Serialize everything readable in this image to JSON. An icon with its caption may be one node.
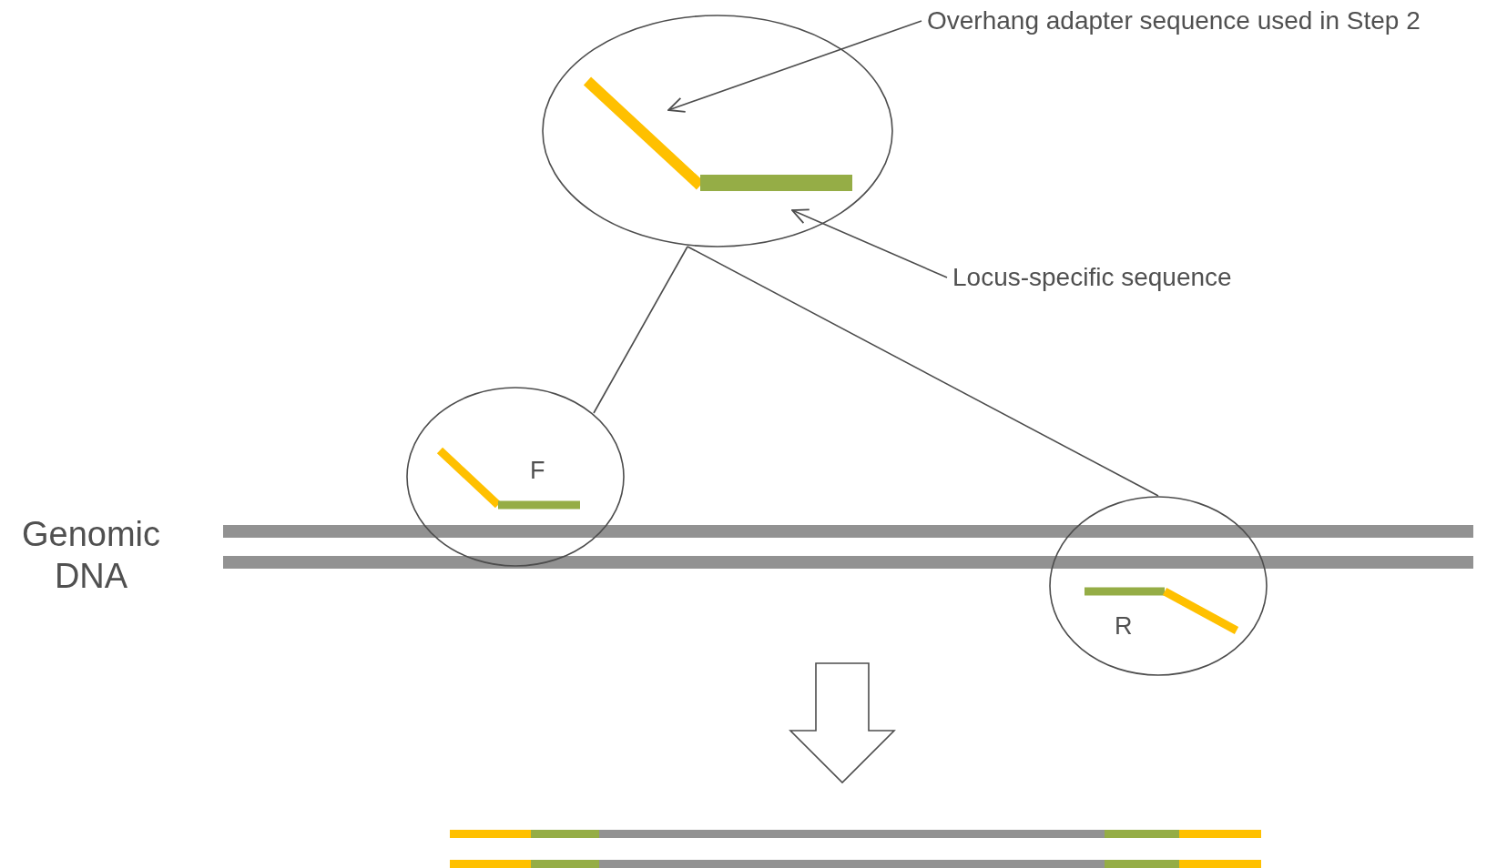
{
  "diagram": {
    "nodes": [
      {
        "text": [],
        "shape": "circle"
      },
      {
        "text": [],
        "shape": "bar",
        "in": 0
      },
      {
        "text": [],
        "shape": "bar",
        "in": 0
      },
      {
        "text": [
          "Overhang adapter sequence used in Step 2"
        ]
      },
      {
        "text": [
          "Locus-specific sequence"
        ]
      },
      {
        "text": [
          "F"
        ]
      },
      {
        "text": [
          "R"
        ]
      }
    ],
    "edges": [
      {
        "from": 3,
        "to": 1,
        "arrow": "to"
      },
      {
        "from": 4,
        "to": 2,
        "arrow": "to"
      },
      {
        "from": 0,
        "to": 5,
        "arrow": "none"
      },
      {
        "from": 0,
        "to": 6,
        "arrow": "none"
      }
    ],
    "labels": [
      "Genomic DNA"
    ]
  }
}
